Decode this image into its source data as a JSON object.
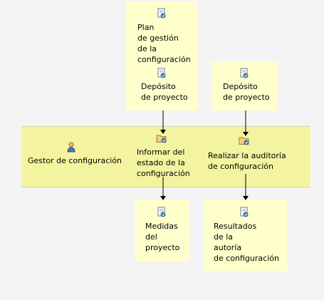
{
  "artifacts": {
    "plan": "Plan\nde gestión\nde la\nconfiguración",
    "deposito_1": "Depósito\nde proyecto",
    "deposito_2": "Depósito\nde proyecto",
    "medidas": "Medidas\ndel\nproyecto",
    "resultados": "Resultados\nde la\nautoría\nde configuración"
  },
  "role": {
    "label": "Gestor de configuración"
  },
  "tasks": {
    "informar": "Informar del\nestado de la\nconfiguración",
    "realizar": "Realizar la auditoría\nde configuración"
  },
  "icons": {
    "artifact": "artifact-document-icon",
    "role": "role-person-icon",
    "task": "task-folder-icon"
  },
  "colors": {
    "artifact_box": "#ffffcc",
    "swimlane": "#f4f4a0",
    "arrow": "#000000",
    "icon_blue": "#3a6ea5"
  }
}
